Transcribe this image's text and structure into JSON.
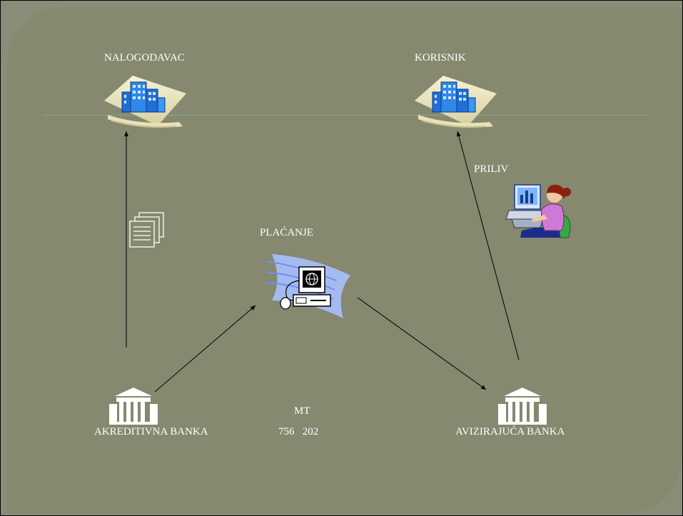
{
  "labels": {
    "nalogodavac": "NALOGODAVAC",
    "korisnik": "KORISNIK",
    "priliv": "PRILIV",
    "placanje": "PLAĆANJE",
    "mt": "MT",
    "mt_numbers": "756   202",
    "akreditivna_banka": "AKREDITIVNA BANKA",
    "avizirajuca_banka": "AVIZIRAJUĆA BANKA"
  },
  "icons": {
    "nalogodavac": "office-building-icon",
    "korisnik": "office-building-icon",
    "documents": "documents-icon",
    "placanje": "computer-payment-icon",
    "priliv": "woman-at-computer-icon",
    "akreditivna_banka": "bank-icon",
    "avizirajuca_banka": "bank-icon"
  },
  "colors": {
    "background": "#86886f",
    "text": "#ffffff",
    "arrow": "#000000"
  }
}
